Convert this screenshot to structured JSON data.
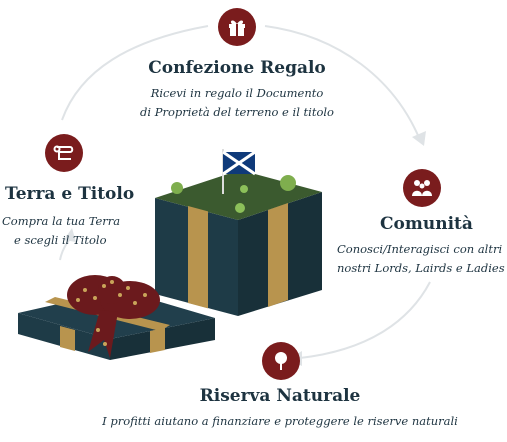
{
  "steps": {
    "confezione": {
      "title": "Confezione Regalo",
      "desc_line1": "Ricevi in regalo il Documento",
      "desc_line2": "di Proprietà del terreno e il titolo",
      "icon": "gift-icon"
    },
    "comunita": {
      "title": "Comunità",
      "desc_line1": "Conosci/Interagisci con altri",
      "desc_line2": "nostri Lords, Lairds e Ladies",
      "icon": "people-icon"
    },
    "riserva": {
      "title": "Riserva Naturale",
      "desc_line1": "I profitti aiutano a finanziare e proteggere le riserve naturali",
      "icon": "tree-icon"
    },
    "terra": {
      "title": "Terra e Titolo",
      "desc_line1": "Compra la tua Terra",
      "desc_line2": "e scegli il Titolo",
      "icon": "scroll-icon"
    }
  },
  "colors": {
    "icon_bg": "#7a1c1d",
    "box_dark": "#1e3b47",
    "ribbon_gold": "#b8944e",
    "text_navy": "#1d3340",
    "ring_grey": "#dfe3e6"
  }
}
